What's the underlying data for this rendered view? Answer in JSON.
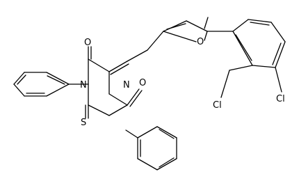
{
  "molecule": {
    "atoms": {
      "o_top": "O",
      "o_bottom": "O",
      "o_furan": "O",
      "n_left": "N",
      "n_right": "N",
      "s_thione": "S",
      "cl_a": "Cl",
      "cl_b": "Cl"
    }
  },
  "colors": {
    "bond": "#000000",
    "label": "#000000",
    "background": "#ffffff"
  }
}
